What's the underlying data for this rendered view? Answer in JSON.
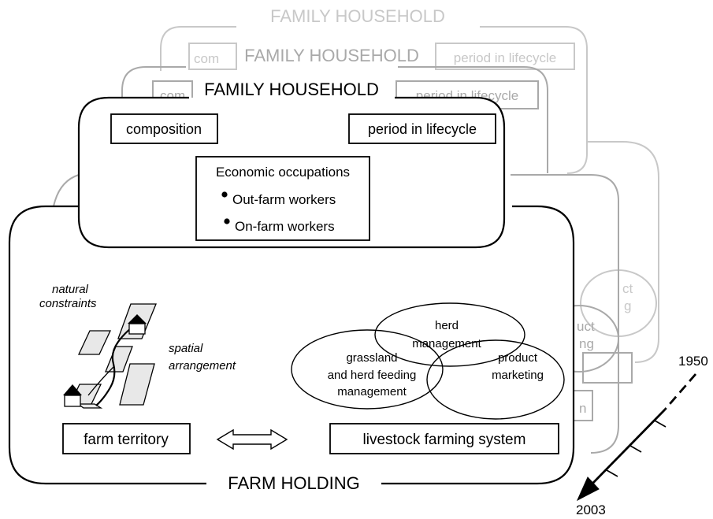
{
  "family_household": {
    "title": "FAMILY HOUSEHOLD",
    "composition": "composition",
    "period": "period in lifecycle",
    "economic_title": "Economic occupations",
    "out_farm": "Out-farm workers",
    "on_farm": "On-farm workers",
    "ghost_comp_fragment": "com"
  },
  "farm_holding": {
    "title": "FARM HOLDING",
    "natural_constraints_line1": "natural",
    "natural_constraints_line2": "constraints",
    "spatial_line1": "spatial",
    "spatial_line2": "arrangement",
    "farm_territory": "farm territory",
    "livestock_system": "livestock farming system",
    "herd_line1": "herd",
    "herd_line2": "management",
    "grassland_line1": "grassland",
    "grassland_line2": "and herd feeding",
    "grassland_line3": "management",
    "product_line1": "product",
    "product_line2": "marketing"
  },
  "ghost_fragments": {
    "ct": "ct",
    "g": "g",
    "uct": "uct",
    "ng": "ng",
    "n": "n"
  },
  "timeline": {
    "start_year": "1950",
    "end_year": "2003"
  },
  "colors": {
    "foreground": "#000000",
    "back_layer": "#c8c8c8",
    "middle_layer": "#a9a9a9",
    "parcel_fill": "#e8e8e8"
  }
}
